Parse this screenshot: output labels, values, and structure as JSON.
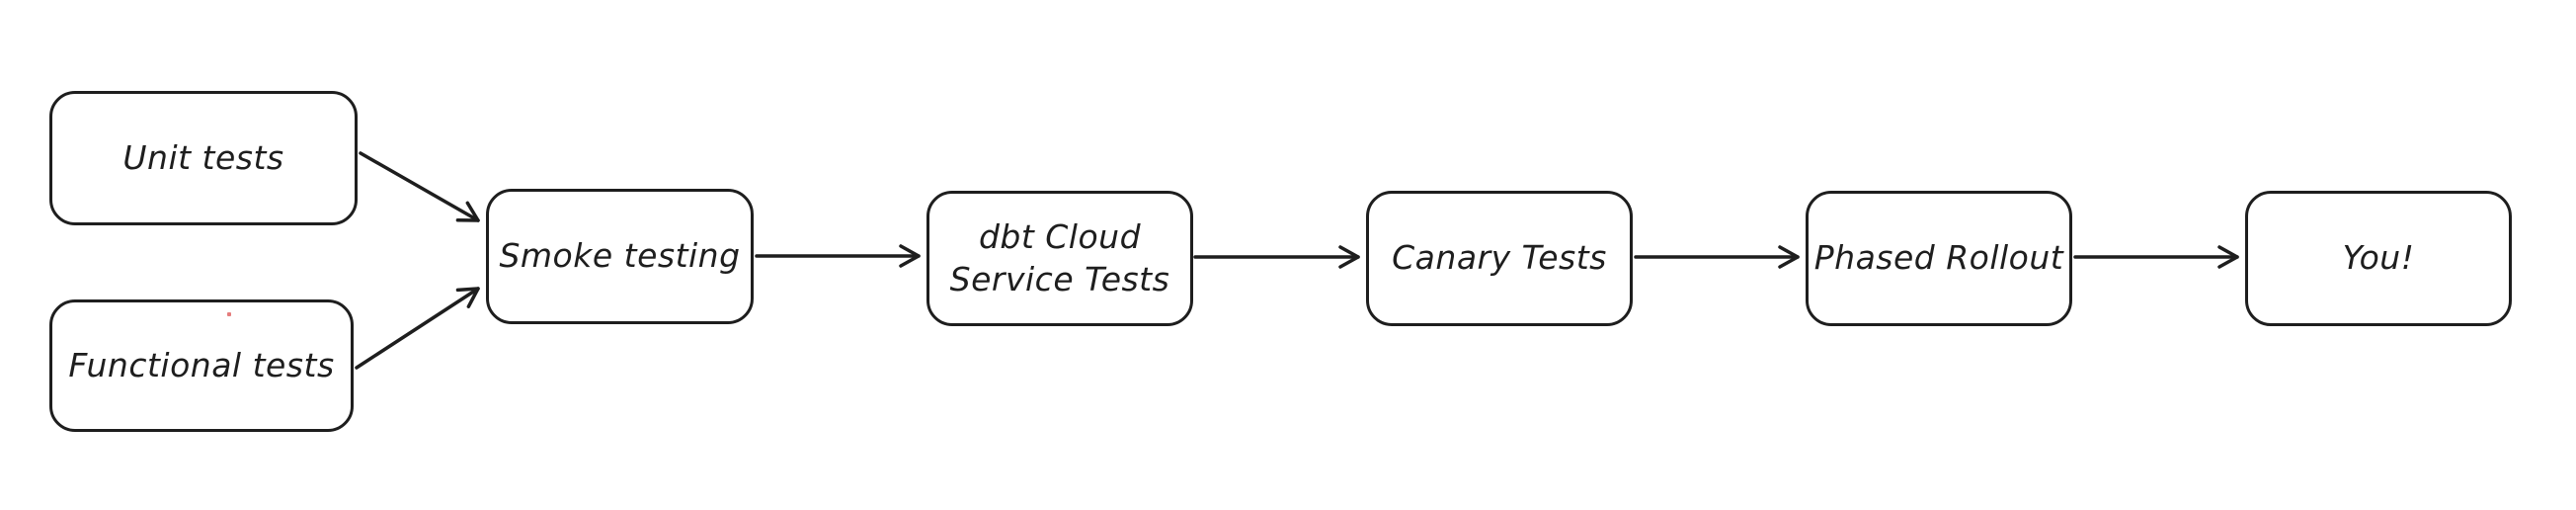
{
  "diagram": {
    "background_color": "#ffffff",
    "stroke_color": "#1e1e1e",
    "node_fill_color": "#ffffff",
    "artifact_dot_color": "#e06666",
    "nodes": [
      {
        "id": "unit-tests",
        "label": "Unit tests"
      },
      {
        "id": "functional-tests",
        "label": "Functional tests"
      },
      {
        "id": "smoke-testing",
        "label": "Smoke testing"
      },
      {
        "id": "dbt-cloud-service-tests",
        "label": "dbt Cloud\nService Tests"
      },
      {
        "id": "canary-tests",
        "label": "Canary Tests"
      },
      {
        "id": "phased-rollout",
        "label": "Phased Rollout"
      },
      {
        "id": "you",
        "label": "You!"
      }
    ],
    "edges": [
      {
        "from": "unit-tests",
        "to": "smoke-testing"
      },
      {
        "from": "functional-tests",
        "to": "smoke-testing"
      },
      {
        "from": "smoke-testing",
        "to": "dbt-cloud-service-tests"
      },
      {
        "from": "dbt-cloud-service-tests",
        "to": "canary-tests"
      },
      {
        "from": "canary-tests",
        "to": "phased-rollout"
      },
      {
        "from": "phased-rollout",
        "to": "you"
      }
    ]
  }
}
